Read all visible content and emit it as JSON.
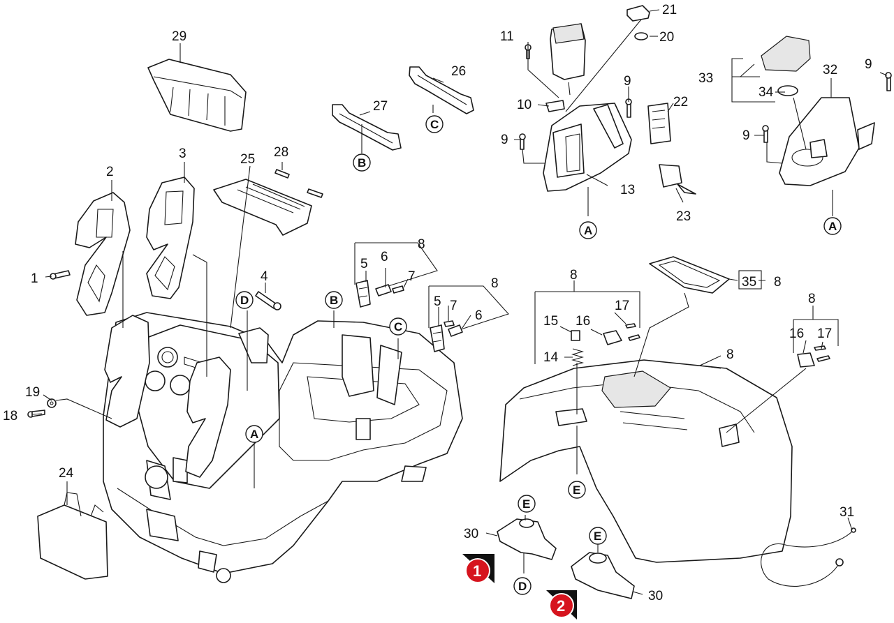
{
  "callouts": [
    {
      "id": "c1",
      "label": "1"
    },
    {
      "id": "c2",
      "label": "2"
    },
    {
      "id": "c3",
      "label": "3"
    },
    {
      "id": "c4",
      "label": "4"
    },
    {
      "id": "c5a",
      "label": "5"
    },
    {
      "id": "c6a",
      "label": "6"
    },
    {
      "id": "c7a",
      "label": "7"
    },
    {
      "id": "c8a",
      "label": "8"
    },
    {
      "id": "c5b",
      "label": "5"
    },
    {
      "id": "c7b",
      "label": "7"
    },
    {
      "id": "c6b",
      "label": "6"
    },
    {
      "id": "c8b",
      "label": "8"
    },
    {
      "id": "c8c",
      "label": "8"
    },
    {
      "id": "c8d",
      "label": "8"
    },
    {
      "id": "c8e",
      "label": "8"
    },
    {
      "id": "c8f",
      "label": "8"
    },
    {
      "id": "c9a",
      "label": "9"
    },
    {
      "id": "c9b",
      "label": "9"
    },
    {
      "id": "c9c",
      "label": "9"
    },
    {
      "id": "c9d",
      "label": "9"
    },
    {
      "id": "c10",
      "label": "10"
    },
    {
      "id": "c11",
      "label": "11"
    },
    {
      "id": "c13",
      "label": "13"
    },
    {
      "id": "c14",
      "label": "14"
    },
    {
      "id": "c15",
      "label": "15"
    },
    {
      "id": "c16a",
      "label": "16"
    },
    {
      "id": "c17a",
      "label": "17"
    },
    {
      "id": "c16b",
      "label": "16"
    },
    {
      "id": "c17b",
      "label": "17"
    },
    {
      "id": "c18",
      "label": "18"
    },
    {
      "id": "c19",
      "label": "19"
    },
    {
      "id": "c20",
      "label": "20"
    },
    {
      "id": "c21",
      "label": "21"
    },
    {
      "id": "c22",
      "label": "22"
    },
    {
      "id": "c23",
      "label": "23"
    },
    {
      "id": "c24",
      "label": "24"
    },
    {
      "id": "c25",
      "label": "25"
    },
    {
      "id": "c26",
      "label": "26"
    },
    {
      "id": "c27",
      "label": "27"
    },
    {
      "id": "c28",
      "label": "28"
    },
    {
      "id": "c29",
      "label": "29"
    },
    {
      "id": "c30a",
      "label": "30"
    },
    {
      "id": "c30b",
      "label": "30"
    },
    {
      "id": "c31",
      "label": "31"
    },
    {
      "id": "c32",
      "label": "32"
    },
    {
      "id": "c33",
      "label": "33"
    },
    {
      "id": "c34",
      "label": "34"
    },
    {
      "id": "c35",
      "label": "35"
    }
  ],
  "reference_markers": [
    {
      "id": "rB1",
      "label": "B"
    },
    {
      "id": "rC1",
      "label": "C"
    },
    {
      "id": "rA1",
      "label": "A"
    },
    {
      "id": "rA2",
      "label": "A"
    },
    {
      "id": "rD1",
      "label": "D"
    },
    {
      "id": "rB2",
      "label": "B"
    },
    {
      "id": "rC2",
      "label": "C"
    },
    {
      "id": "rA3",
      "label": "A"
    },
    {
      "id": "rE1",
      "label": "E"
    },
    {
      "id": "rE2",
      "label": "E"
    },
    {
      "id": "rE3",
      "label": "E"
    },
    {
      "id": "rD2",
      "label": "D"
    }
  ],
  "variant_badges": [
    {
      "id": "v1",
      "label": "1",
      "color": "#d6141e"
    },
    {
      "id": "v2",
      "label": "2",
      "color": "#d6141e"
    }
  ]
}
